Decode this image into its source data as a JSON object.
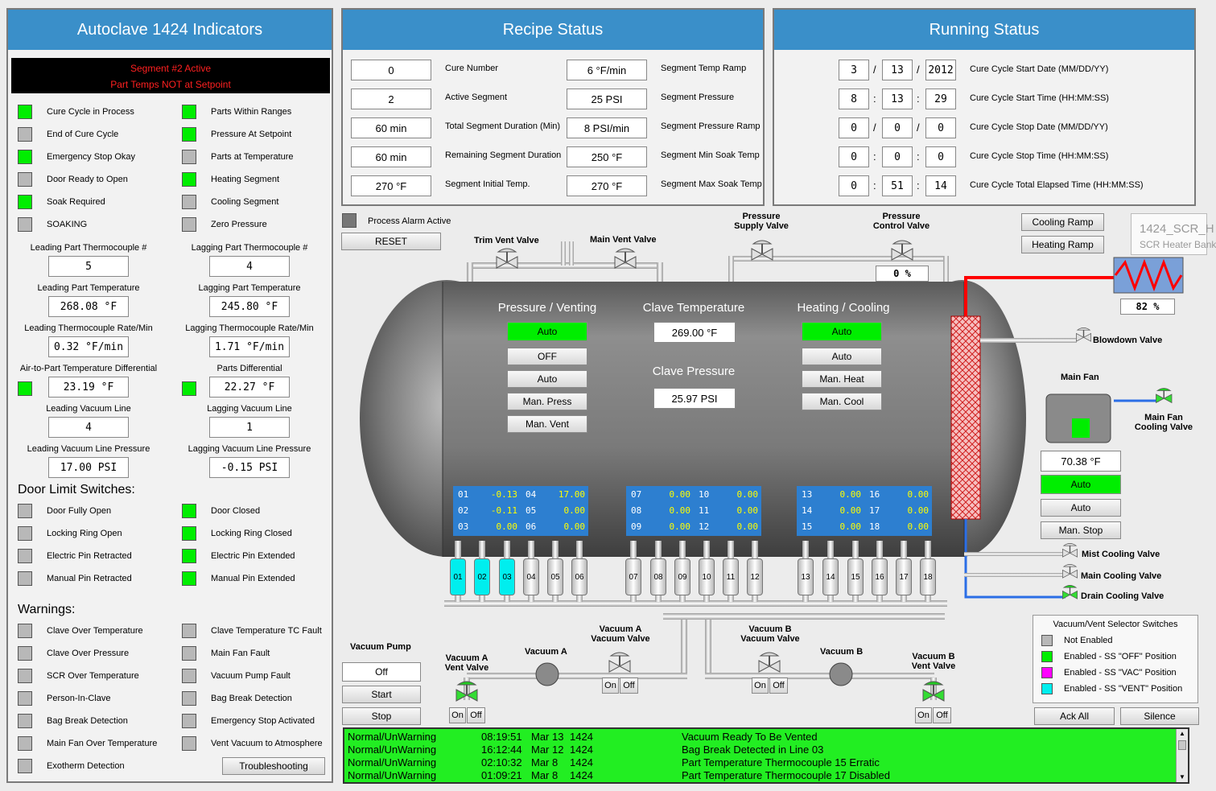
{
  "left": {
    "title": "Autoclave 1424 Indicators",
    "banner_line1": "Segment #2 Active",
    "banner_line2": "Part Temps NOT at Setpoint",
    "status_left": [
      {
        "label": "Cure Cycle in Process",
        "on": true
      },
      {
        "label": "End of Cure Cycle",
        "on": false
      },
      {
        "label": "Emergency Stop Okay",
        "on": true
      },
      {
        "label": "Door Ready to Open",
        "on": false
      },
      {
        "label": "Soak Required",
        "on": true
      },
      {
        "label": "SOAKING",
        "on": false
      }
    ],
    "status_right": [
      {
        "label": "Parts Within Ranges",
        "on": true
      },
      {
        "label": "Pressure At Setpoint",
        "on": true
      },
      {
        "label": "Parts at Temperature",
        "on": false
      },
      {
        "label": "Heating Segment",
        "on": true
      },
      {
        "label": "Cooling Segment",
        "on": false
      },
      {
        "label": "Zero Pressure",
        "on": false
      }
    ],
    "leading_tc_label": "Leading Part Thermocouple #",
    "leading_tc_value": "5",
    "lagging_tc_label": "Lagging Part Thermocouple #",
    "lagging_tc_value": "4",
    "leading_temp_label": "Leading Part Temperature",
    "leading_temp_value": "268.08 °F",
    "lagging_temp_label": "Lagging Part Temperature",
    "lagging_temp_value": "245.80 °F",
    "leading_rate_label": "Leading Thermocouple Rate/Min",
    "leading_rate_value": "0.32 °F/min",
    "lagging_rate_label": "Lagging Thermocouple Rate/Min",
    "lagging_rate_value": "1.71 °F/min",
    "air_diff_label": "Air-to-Part Temperature Differential",
    "air_diff_value": "23.19 °F",
    "parts_diff_label": "Parts Differential",
    "parts_diff_value": "22.27 °F",
    "leading_vac_label": "Leading Vacuum Line",
    "leading_vac_value": "4",
    "lagging_vac_label": "Lagging Vacuum Line",
    "lagging_vac_value": "1",
    "leading_vacp_label": "Leading Vacuum Line Pressure",
    "leading_vacp_value": "17.00 PSI",
    "lagging_vacp_label": "Lagging Vacuum Line Pressure",
    "lagging_vacp_value": "-0.15 PSI",
    "door_title": "Door Limit Switches:",
    "door_left": [
      {
        "label": "Door Fully Open",
        "on": false
      },
      {
        "label": "Locking Ring Open",
        "on": false
      },
      {
        "label": "Electric Pin Retracted",
        "on": false
      },
      {
        "label": "Manual Pin Retracted",
        "on": false
      }
    ],
    "door_right": [
      {
        "label": "Door Closed",
        "on": true
      },
      {
        "label": "Locking Ring Closed",
        "on": true
      },
      {
        "label": "Electric Pin Extended",
        "on": true
      },
      {
        "label": "Manual Pin Extended",
        "on": true
      }
    ],
    "warn_title": "Warnings:",
    "warn_left": [
      "Clave Over Temperature",
      "Clave Over Pressure",
      "SCR Over Temperature",
      "Person-In-Clave",
      "Bag Break Detection",
      "Main Fan Over Temperature",
      "Exotherm Detection"
    ],
    "warn_right": [
      "Clave Temperature TC Fault",
      "Main Fan Fault",
      "Vacuum Pump Fault",
      "Bag Break Detection",
      "Emergency Stop Activated",
      "Vent Vacuum to Atmosphere"
    ],
    "troubleshooting": "Troubleshooting"
  },
  "recipe": {
    "title": "Recipe Status",
    "left": [
      {
        "value": "0",
        "label": "Cure Number"
      },
      {
        "value": "2",
        "label": "Active Segment"
      },
      {
        "value": "60 min",
        "label": "Total Segment Duration (Min)"
      },
      {
        "value": "60 min",
        "label": "Remaining Segment Duration"
      },
      {
        "value": "270 °F",
        "label": "Segment Initial Temp."
      }
    ],
    "right": [
      {
        "value": "6 °F/min",
        "label": "Segment Temp Ramp"
      },
      {
        "value": "25 PSI",
        "label": "Segment Pressure"
      },
      {
        "value": "8 PSI/min",
        "label": "Segment Pressure Ramp"
      },
      {
        "value": "250 °F",
        "label": "Segment Min Soak Temp"
      },
      {
        "value": "270 °F",
        "label": "Segment Max Soak Temp"
      }
    ]
  },
  "running": {
    "title": "Running Status",
    "rows": [
      {
        "a": "3",
        "s1": "/",
        "b": "13",
        "s2": "/",
        "c": "2012",
        "label": "Cure Cycle Start Date (MM/DD/YY)"
      },
      {
        "a": "8",
        "s1": ":",
        "b": "13",
        "s2": ":",
        "c": "29",
        "label": "Cure Cycle Start Time (HH:MM:SS)"
      },
      {
        "a": "0",
        "s1": "/",
        "b": "0",
        "s2": "/",
        "c": "0",
        "label": "Cure Cycle Stop Date (MM/DD/YY)"
      },
      {
        "a": "0",
        "s1": ":",
        "b": "0",
        "s2": ":",
        "c": "0",
        "label": "Cure Cycle Stop Time (HH:MM:SS)"
      },
      {
        "a": "0",
        "s1": ":",
        "b": "51",
        "s2": ":",
        "c": "14",
        "label": "Cure Cycle Total Elapsed Time (HH:MM:SS)"
      }
    ]
  },
  "process": {
    "alarm_active": "Process Alarm Active",
    "reset": "RESET",
    "trim_vent": "Trim Vent Valve",
    "main_vent": "Main Vent Valve",
    "pressure_supply": "Pressure\nSupply Valve",
    "pressure_control": "Pressure\nControl Valve",
    "pressure_control_pct": "0 %",
    "cooling_ramp": "Cooling Ramp",
    "heating_ramp": "Heating Ramp",
    "tooltip_title": "1424_SCR_H",
    "tooltip_sub": "SCR Heater Bank",
    "scr_pct": "82 %",
    "pv_title": "Pressure / Venting",
    "pv_mode": "Auto",
    "pv_btns": [
      "OFF",
      "Auto",
      "Man. Press",
      "Man. Vent"
    ],
    "clave_temp_title": "Clave Temperature",
    "clave_temp": "269.00 °F",
    "clave_press_title": "Clave Pressure",
    "clave_press": "25.97 PSI",
    "hc_title": "Heating / Cooling",
    "hc_mode": "Auto",
    "hc_btns": [
      "Auto",
      "Man. Heat",
      "Man. Cool"
    ],
    "blowdown": "Blowdown Valve",
    "main_fan": "Main Fan",
    "main_fan_cooling": "Main Fan\nCooling Valve",
    "fan_temp": "70.38 °F",
    "fan_mode": "Auto",
    "fan_btns": [
      "Auto",
      "Man. Stop"
    ],
    "mist_cooling": "Mist Cooling Valve",
    "main_cooling": "Main Cooling Valve",
    "drain_cooling": "Drain Cooling Valve",
    "tc_groups": [
      [
        [
          "01",
          "-0.13"
        ],
        [
          "04",
          "17.00"
        ],
        [
          "02",
          "-0.11"
        ],
        [
          "05",
          "0.00"
        ],
        [
          "03",
          "0.00"
        ],
        [
          "06",
          "0.00"
        ]
      ],
      [
        [
          "07",
          "0.00"
        ],
        [
          "10",
          "0.00"
        ],
        [
          "08",
          "0.00"
        ],
        [
          "11",
          "0.00"
        ],
        [
          "09",
          "0.00"
        ],
        [
          "12",
          "0.00"
        ]
      ],
      [
        [
          "13",
          "0.00"
        ],
        [
          "16",
          "0.00"
        ],
        [
          "14",
          "0.00"
        ],
        [
          "17",
          "0.00"
        ],
        [
          "15",
          "0.00"
        ],
        [
          "18",
          "0.00"
        ]
      ]
    ],
    "ports": [
      "01",
      "02",
      "03",
      "04",
      "05",
      "06",
      "07",
      "08",
      "09",
      "10",
      "11",
      "12",
      "13",
      "14",
      "15",
      "16",
      "17",
      "18"
    ],
    "ports_cyan": [
      "01",
      "02",
      "03"
    ],
    "vacuum_pump": "Vacuum Pump",
    "vp_state": "Off",
    "vp_start": "Start",
    "vp_stop": "Stop",
    "vac_a_vent": "Vacuum A\nVent Valve",
    "vac_a": "Vacuum A",
    "vac_a_valve": "Vacuum A\nVacuum Valve",
    "vac_b_valve": "Vacuum B\nVacuum Valve",
    "vac_b": "Vacuum B",
    "vac_b_vent": "Vacuum B\nVent Valve",
    "on": "On",
    "off": "Off",
    "selector_title": "Vacuum/Vent Selector Switches",
    "selector": [
      {
        "label": "Not Enabled",
        "color": "#b8b8b8"
      },
      {
        "label": "Enabled - SS \"OFF\" Position",
        "color": "#00ee00"
      },
      {
        "label": "Enabled - SS \"VAC\" Position",
        "color": "#ff00ff"
      },
      {
        "label": "Enabled - SS \"VENT\" Position",
        "color": "#00eeee"
      }
    ],
    "ack_all": "Ack All",
    "silence": "Silence"
  },
  "alarms": [
    {
      "type": "Normal/UnWarning",
      "time": "08:19:51",
      "date": "Mar 13",
      "unit": "1424",
      "msg": "Vacuum Ready To Be Vented"
    },
    {
      "type": "Normal/UnWarning",
      "time": "16:12:44",
      "date": "Mar 12",
      "unit": "1424",
      "msg": "Bag Break Detected in Line 03"
    },
    {
      "type": "Normal/UnWarning",
      "time": "02:10:32",
      "date": "Mar 8",
      "unit": "1424",
      "msg": "Part Temperature Thermocouple 15 Erratic"
    },
    {
      "type": "Normal/UnWarning",
      "time": "01:09:21",
      "date": "Mar 8",
      "unit": "1424",
      "msg": "Part Temperature Thermocouple 17 Disabled"
    }
  ]
}
